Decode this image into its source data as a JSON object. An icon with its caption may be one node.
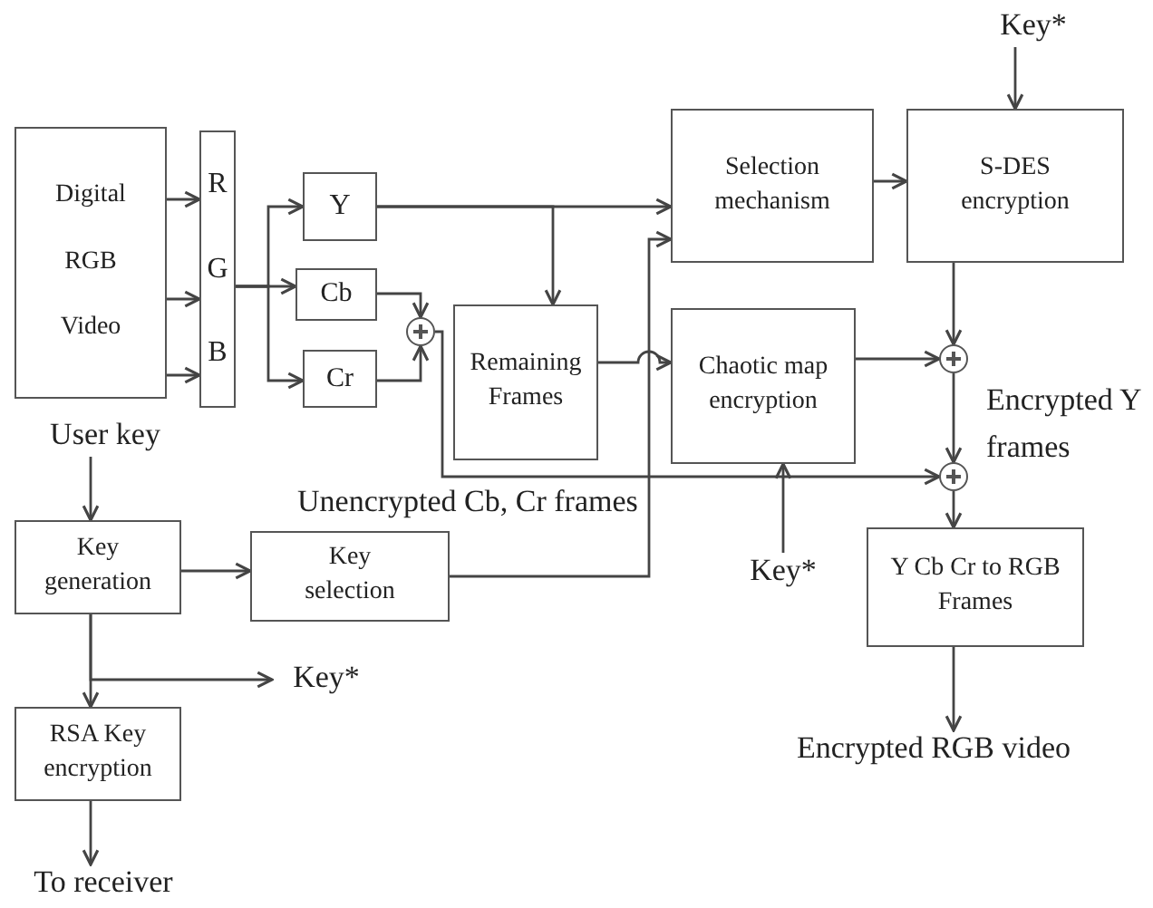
{
  "diagram": {
    "nodes": [
      {
        "text": [
          "Digital RGB Video"
        ]
      },
      {
        "text": [
          "R",
          "G",
          "B"
        ]
      },
      {
        "text": [
          "Y"
        ]
      },
      {
        "text": [
          "Cb"
        ]
      },
      {
        "text": [
          "Cr"
        ]
      },
      {
        "text": [],
        "shape": "circle"
      },
      {
        "text": [
          "Remaining Frames"
        ]
      },
      {
        "text": [
          "Key*"
        ]
      },
      {
        "text": [
          "Selection mechanism"
        ]
      },
      {
        "text": [
          "S-DES encryption"
        ]
      },
      {
        "text": [
          "Chaotic map encryption"
        ]
      },
      {
        "text": [],
        "shape": "circle"
      },
      {
        "text": [],
        "shape": "circle"
      },
      {
        "text": [
          "User key"
        ]
      },
      {
        "text": [
          "Key generation"
        ]
      },
      {
        "text": [
          "Key selection"
        ]
      },
      {
        "text": [
          "Key*"
        ]
      },
      {
        "text": [
          "Y Cb Cr to RGB Frames"
        ]
      },
      {
        "text": [
          "Key*"
        ]
      },
      {
        "text": [
          "RSA Key encryption"
        ]
      },
      {
        "text": [
          "Encrypted RGB video"
        ]
      },
      {
        "text": [
          "To receiver"
        ]
      }
    ],
    "edges": [
      {
        "from": 0,
        "to": 1,
        "arrow": "to"
      },
      {
        "from": 0,
        "to": 1,
        "arrow": "to"
      },
      {
        "from": 0,
        "to": 1,
        "arrow": "to"
      },
      {
        "from": 1,
        "to": 2,
        "arrow": "to"
      },
      {
        "from": 1,
        "to": 3,
        "arrow": "to"
      },
      {
        "from": 1,
        "to": 4,
        "arrow": "to"
      },
      {
        "from": 3,
        "to": 5,
        "arrow": "to"
      },
      {
        "from": 4,
        "to": 5,
        "arrow": "to"
      },
      {
        "from": 2,
        "to": 8,
        "arrow": "to"
      },
      {
        "from": 2,
        "to": 6,
        "arrow": "to"
      },
      {
        "from": 6,
        "to": 10,
        "arrow": "to"
      },
      {
        "from": 15,
        "to": 8,
        "arrow": "to"
      },
      {
        "from": 7,
        "to": 9,
        "arrow": "to"
      },
      {
        "from": 8,
        "to": 9,
        "arrow": "to"
      },
      {
        "from": 9,
        "to": 11,
        "arrow": "to"
      },
      {
        "from": 10,
        "to": 11,
        "arrow": "to"
      },
      {
        "from": 11,
        "to": 12,
        "arrow": "to"
      },
      {
        "from": 5,
        "to": 12,
        "arrow": "to",
        "label": "Unencrypted Cb, Cr frames"
      },
      {
        "from": 12,
        "to": 17,
        "arrow": "to"
      },
      {
        "from": 17,
        "to": 20,
        "arrow": "to"
      },
      {
        "from": 13,
        "to": 14,
        "arrow": "to"
      },
      {
        "from": 14,
        "to": 15,
        "arrow": "to"
      },
      {
        "from": 14,
        "to": 19,
        "arrow": "to"
      },
      {
        "from": 14,
        "to": 18,
        "arrow": "to"
      },
      {
        "from": 19,
        "to": 21,
        "arrow": "to"
      },
      {
        "from": 16,
        "to": 10,
        "arrow": "to"
      }
    ],
    "labels": [
      "Encrypted Y frames"
    ]
  }
}
